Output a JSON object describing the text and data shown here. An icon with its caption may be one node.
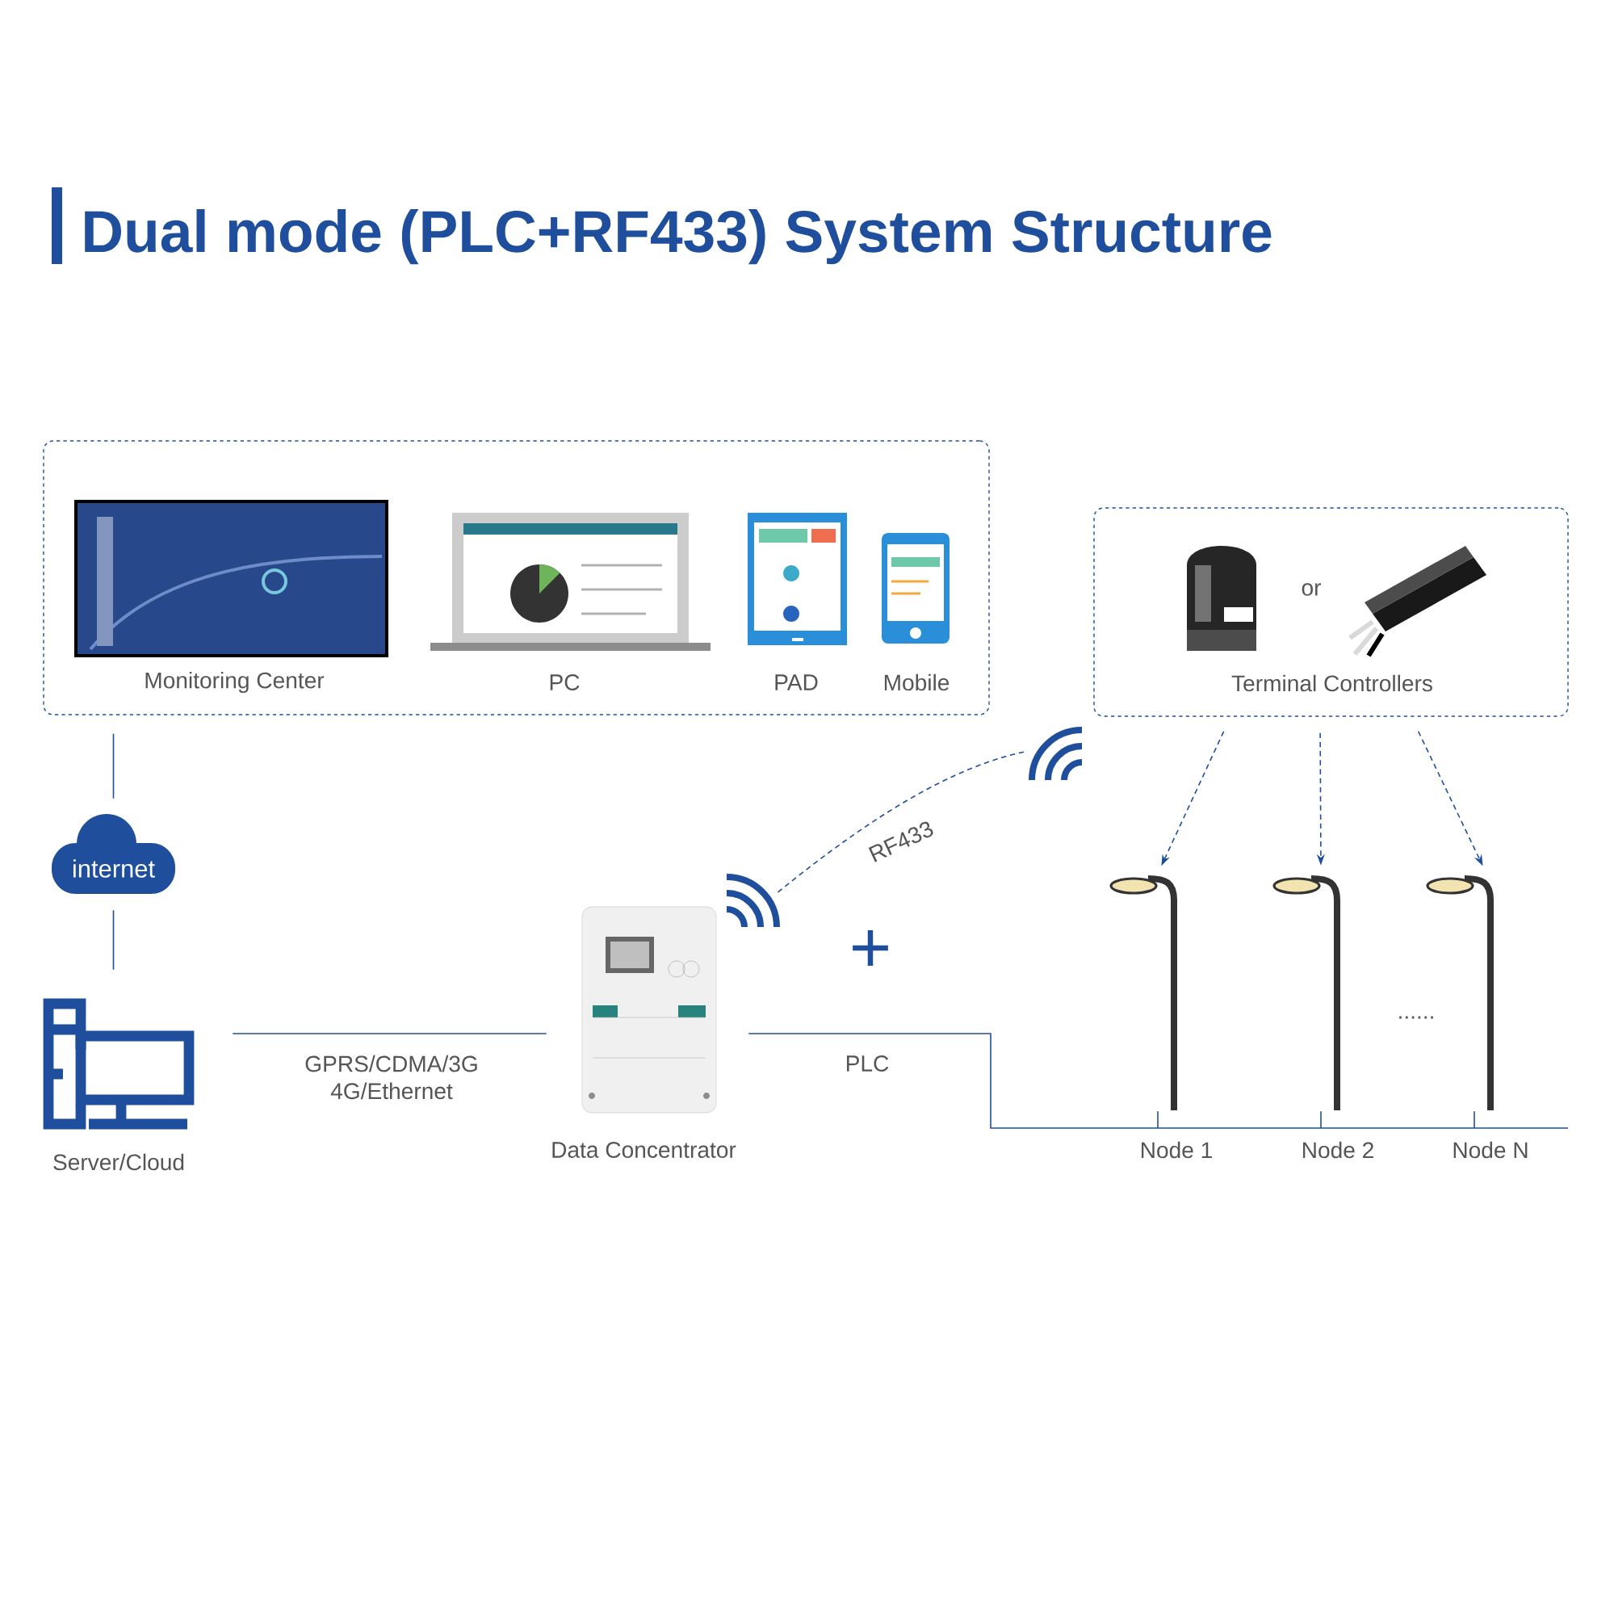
{
  "diagram": {
    "title": "Dual mode (PLC+RF433) System Structure",
    "nodes": [
      {
        "text": [],
        "shape": "box"
      },
      {
        "text": [
          "Monitoring Center"
        ],
        "in": 0
      },
      {
        "text": [
          "PC"
        ],
        "in": 0
      },
      {
        "text": [
          "PAD"
        ],
        "in": 0
      },
      {
        "text": [
          "Mobile"
        ],
        "in": 0
      },
      {
        "text": [
          "Terminal Controllers"
        ]
      },
      {
        "text": [],
        "shape": "picture",
        "in": 5
      },
      {
        "text": [],
        "shape": "picture",
        "in": 5
      },
      {
        "text": [
          "internet"
        ]
      },
      {
        "text": [
          "Server/Cloud"
        ]
      },
      {
        "text": [
          "Data Concentrator"
        ]
      },
      {
        "text": [
          "Node 1"
        ]
      },
      {
        "text": [
          "Node 2"
        ]
      },
      {
        "text": [
          "Node N"
        ]
      },
      {
        "text": [],
        "shape": "picture"
      },
      {
        "text": [],
        "shape": "picture"
      }
    ],
    "edges": [
      {
        "from": 0,
        "to": 8,
        "arrow": "none"
      },
      {
        "from": 8,
        "to": 9,
        "arrow": "none"
      },
      {
        "from": 9,
        "to": 10,
        "arrow": "none",
        "label": "GPRS/CDMA/3G 4G/Ethernet"
      },
      {
        "from": 10,
        "to": 11,
        "arrow": "none",
        "label": "PLC"
      },
      {
        "from": 10,
        "to": 12,
        "arrow": "none"
      },
      {
        "from": 10,
        "to": 13,
        "arrow": "none"
      },
      {
        "from": 14,
        "to": 15,
        "arrow": "none",
        "style": "dashed",
        "label": "RF433"
      },
      {
        "from": 5,
        "to": 11,
        "arrow": "to",
        "style": "dashed"
      },
      {
        "from": 5,
        "to": 12,
        "arrow": "to",
        "style": "dashed"
      },
      {
        "from": 5,
        "to": 13,
        "arrow": "to",
        "style": "dashed"
      }
    ],
    "labels": [
      "or",
      "+",
      "......"
    ]
  }
}
